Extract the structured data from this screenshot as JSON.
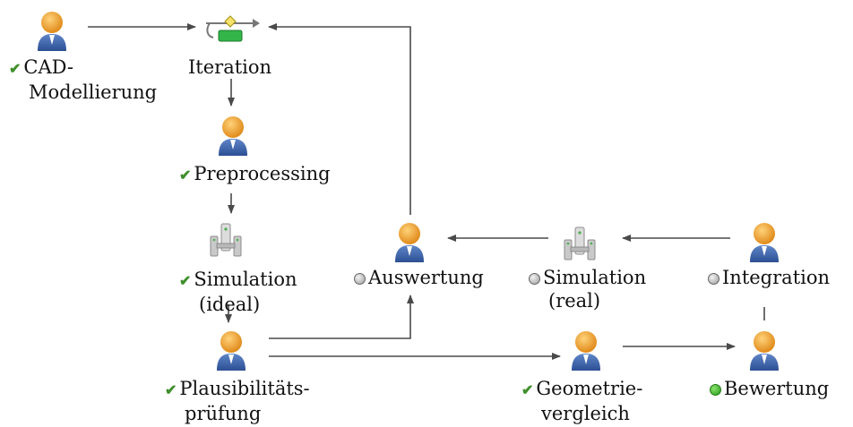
{
  "nodes": [
    {
      "id": "cad",
      "kind": "person",
      "status": "done",
      "lines": [
        "CAD-",
        "Modellierung"
      ]
    },
    {
      "id": "iteration",
      "kind": "loop",
      "status": "none",
      "lines": [
        "Iteration"
      ]
    },
    {
      "id": "preprocessing",
      "kind": "person",
      "status": "done",
      "lines": [
        "Preprocessing"
      ]
    },
    {
      "id": "sim_ideal",
      "kind": "machine",
      "status": "done",
      "lines": [
        "Simulation",
        "(ideal)"
      ]
    },
    {
      "id": "plausibility",
      "kind": "person",
      "status": "done",
      "lines": [
        "Plausibilitäts-",
        "prüfung"
      ]
    },
    {
      "id": "auswertung",
      "kind": "person",
      "status": "pending",
      "lines": [
        "Auswertung"
      ]
    },
    {
      "id": "sim_real",
      "kind": "machine",
      "status": "pending",
      "lines": [
        "Simulation",
        "(real)"
      ]
    },
    {
      "id": "integration",
      "kind": "person",
      "status": "pending",
      "lines": [
        "Integration"
      ]
    },
    {
      "id": "geometrie",
      "kind": "person",
      "status": "done",
      "lines": [
        "Geometrie-",
        "vergleich"
      ]
    },
    {
      "id": "bewertung",
      "kind": "person",
      "status": "active",
      "lines": [
        "Bewertung"
      ]
    }
  ],
  "edges": [
    {
      "from": "cad",
      "to": "iteration"
    },
    {
      "from": "iteration",
      "to": "preprocessing"
    },
    {
      "from": "preprocessing",
      "to": "sim_ideal"
    },
    {
      "from": "sim_ideal",
      "to": "plausibility"
    },
    {
      "from": "plausibility",
      "to": "auswertung"
    },
    {
      "from": "auswertung",
      "to": "iteration"
    },
    {
      "from": "plausibility",
      "to": "geometrie"
    },
    {
      "from": "geometrie",
      "to": "bewertung"
    },
    {
      "from": "integration",
      "to": "sim_real"
    },
    {
      "from": "sim_real",
      "to": "auswertung"
    },
    {
      "from": "integration",
      "to": "bewertung"
    }
  ],
  "colors": {
    "edge": "#4a4a4a",
    "done": "#3f8f2a",
    "pending": "#a8a8a8",
    "active": "#1f9a17"
  }
}
